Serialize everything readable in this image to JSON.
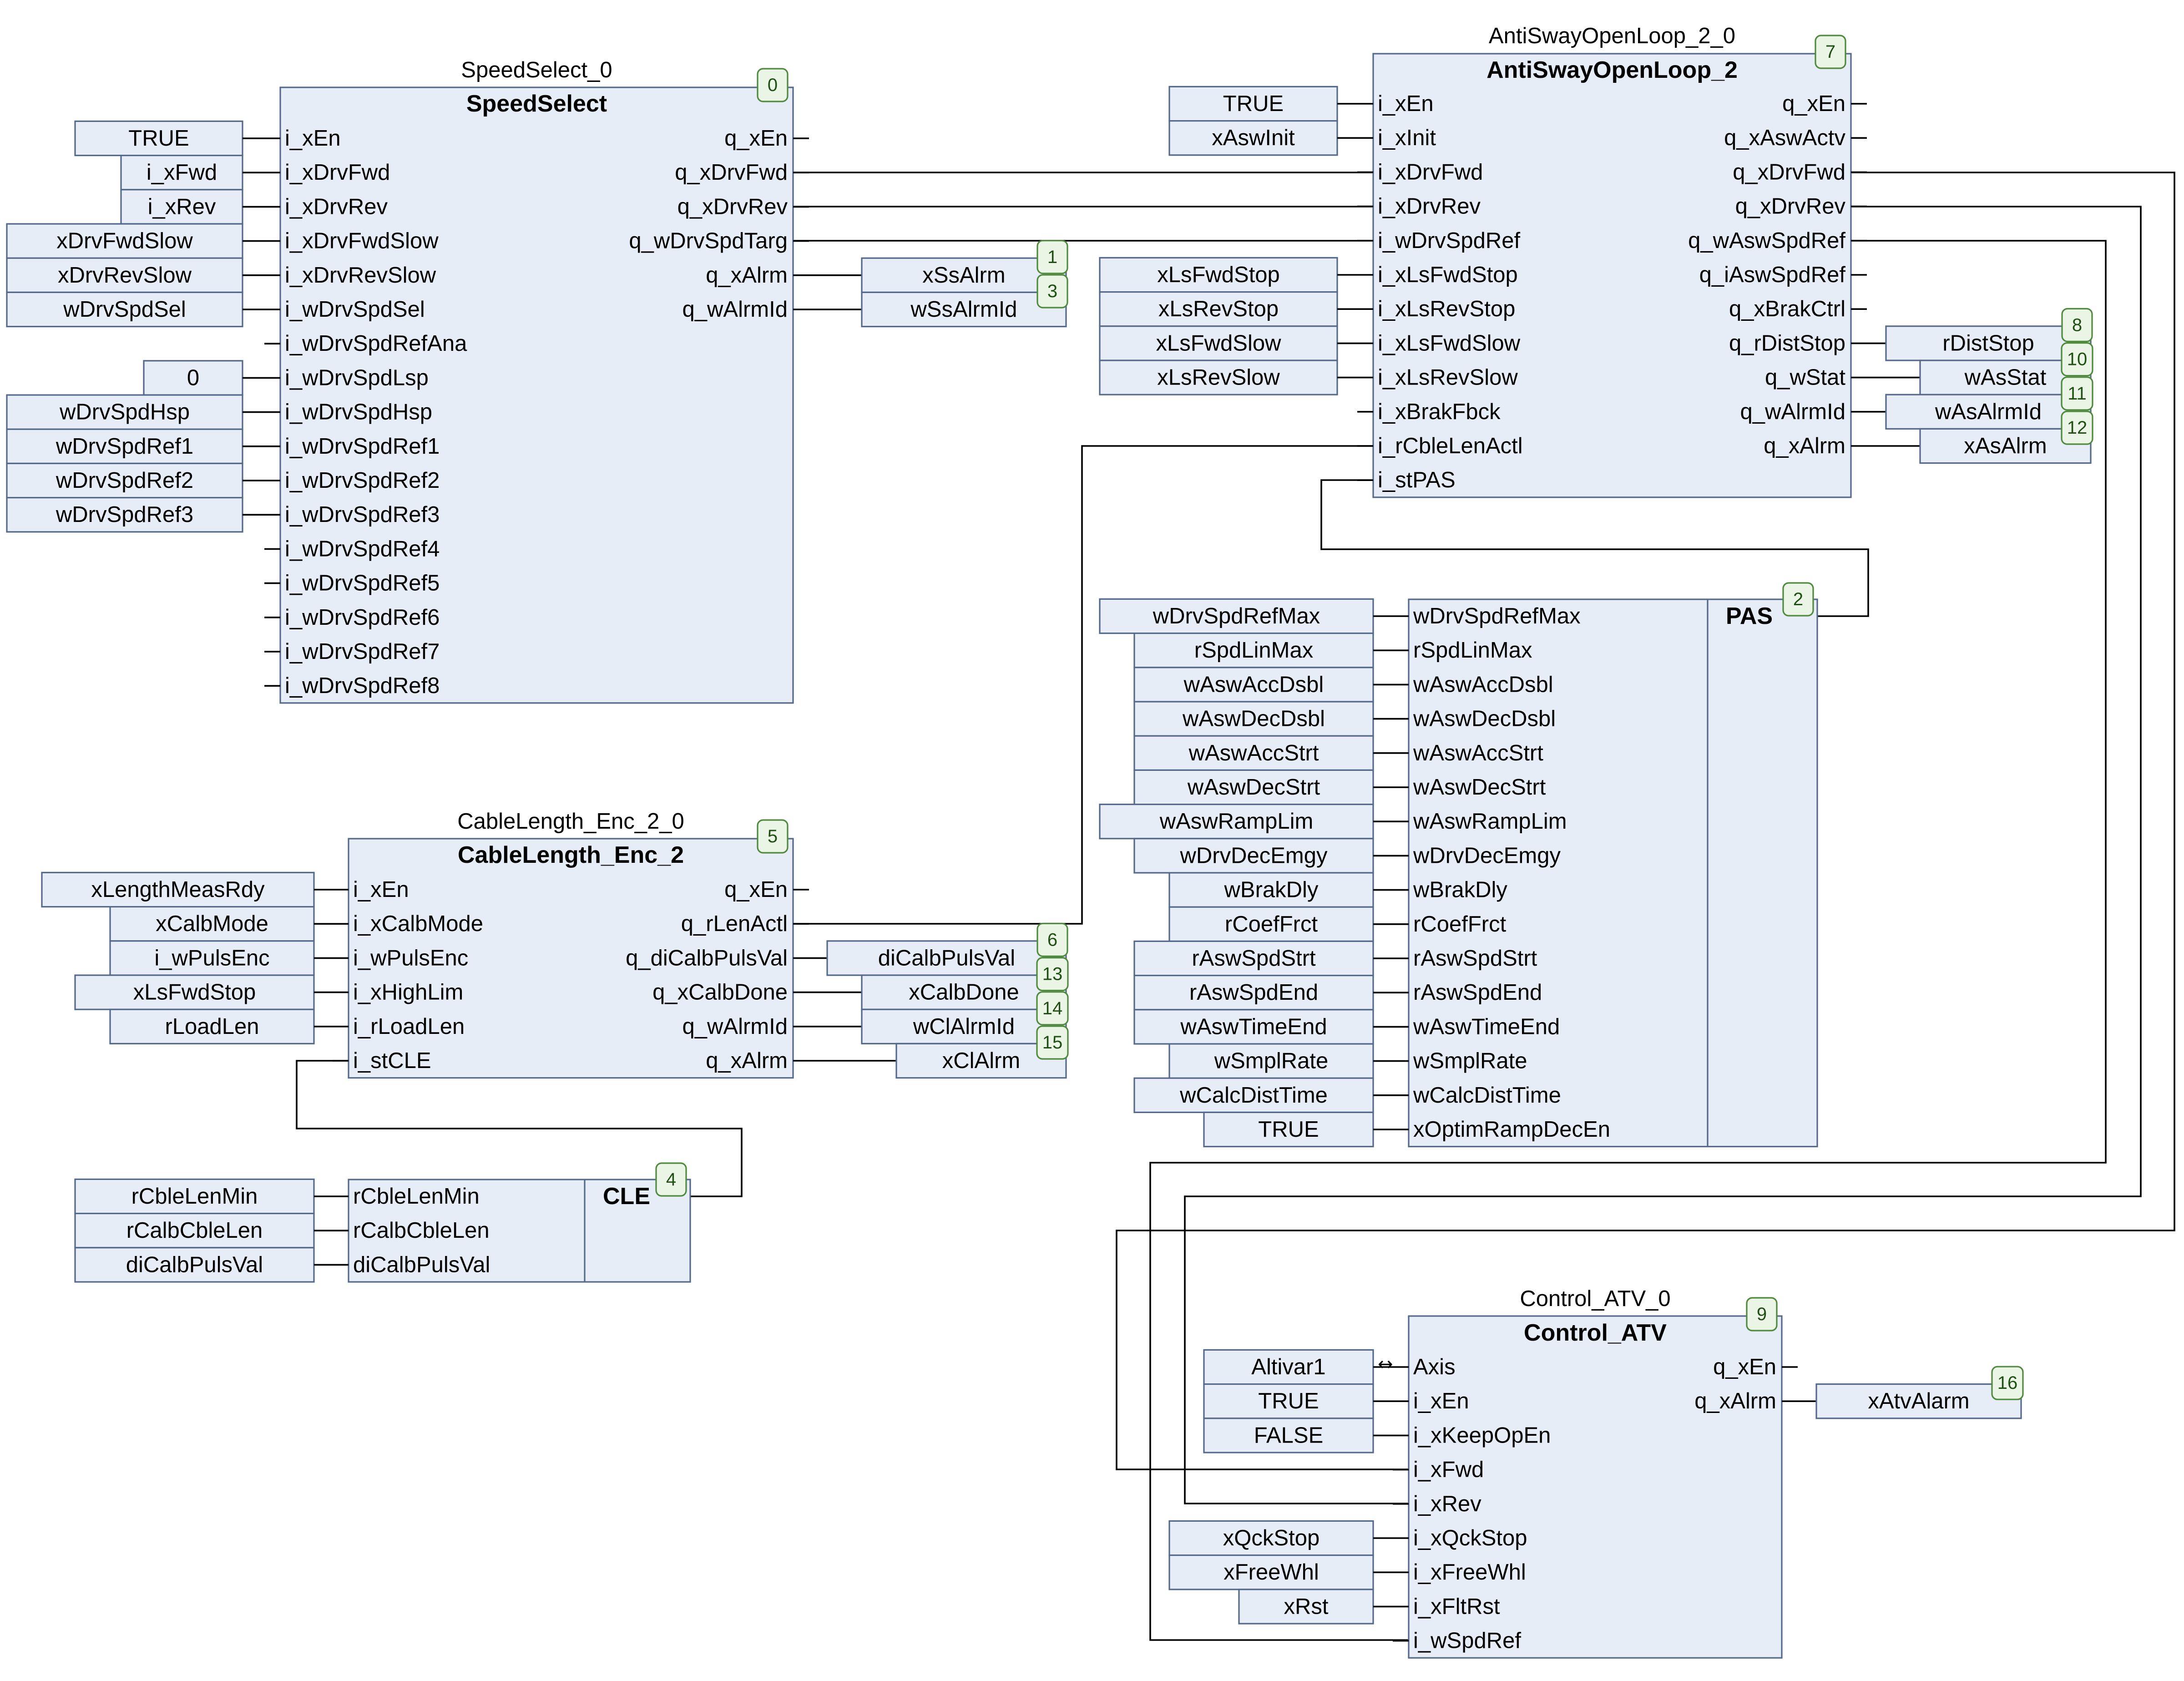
{
  "blocks": [
    {
      "key": "ss",
      "instance": "SpeedSelect_0",
      "type": "SpeedSelect",
      "order": "0",
      "inputs": [
        "i_xEn",
        "i_xDrvFwd",
        "i_xDrvRev",
        "i_xDrvFwdSlow",
        "i_xDrvRevSlow",
        "i_wDrvSpdSel",
        "i_wDrvSpdRefAna",
        "i_wDrvSpdLsp",
        "i_wDrvSpdHsp",
        "i_wDrvSpdRef1",
        "i_wDrvSpdRef2",
        "i_wDrvSpdRef3",
        "i_wDrvSpdRef4",
        "i_wDrvSpdRef5",
        "i_wDrvSpdRef6",
        "i_wDrvSpdRef7",
        "i_wDrvSpdRef8"
      ],
      "outputs": [
        "q_xEn",
        "q_xDrvFwd",
        "q_xDrvRev",
        "q_wDrvSpdTarg",
        "q_xAlrm",
        "q_wAlrmId"
      ]
    },
    {
      "key": "as",
      "instance": "AntiSwayOpenLoop_2_0",
      "type": "AntiSwayOpenLoop_2",
      "order": "7",
      "inputs": [
        "i_xEn",
        "i_xInit",
        "i_xDrvFwd",
        "i_xDrvRev",
        "i_wDrvSpdRef",
        "i_xLsFwdStop",
        "i_xLsRevStop",
        "i_xLsFwdSlow",
        "i_xLsRevSlow",
        "i_xBrakFbck",
        "i_rCbleLenActl",
        "i_stPAS"
      ],
      "outputs": [
        "q_xEn",
        "q_xAswActv",
        "q_xDrvFwd",
        "q_xDrvRev",
        "q_wAswSpdRef",
        "q_iAswSpdRef",
        "q_xBrakCtrl",
        "q_rDistStop",
        "q_wStat",
        "q_wAlrmId",
        "q_xAlrm"
      ]
    },
    {
      "key": "pas",
      "instance": "",
      "type": "PAS",
      "order": "2",
      "inputs": [
        "wDrvSpdRefMax",
        "rSpdLinMax",
        "wAswAccDsbl",
        "wAswDecDsbl",
        "wAswAccStrt",
        "wAswDecStrt",
        "wAswRampLim",
        "wDrvDecEmgy",
        "wBrakDly",
        "rCoefFrct",
        "rAswSpdStrt",
        "rAswSpdEnd",
        "wAswTimeEnd",
        "wSmplRate",
        "wCalcDistTime",
        "xOptimRampDecEn"
      ],
      "outputs": []
    },
    {
      "key": "cl",
      "instance": "CableLength_Enc_2_0",
      "type": "CableLength_Enc_2",
      "order": "5",
      "inputs": [
        "i_xEn",
        "i_xCalbMode",
        "i_wPulsEnc",
        "i_xHighLim",
        "i_rLoadLen",
        "i_stCLE"
      ],
      "outputs": [
        "q_xEn",
        "q_rLenActl",
        "q_diCalbPulsVal",
        "q_xCalbDone",
        "q_wAlrmId",
        "q_xAlrm"
      ]
    },
    {
      "key": "cle",
      "instance": "",
      "type": "CLE",
      "order": "4",
      "inputs": [
        "rCbleLenMin",
        "rCalbCbleLen",
        "diCalbPulsVal"
      ],
      "outputs": []
    },
    {
      "key": "atv",
      "instance": "Control_ATV_0",
      "type": "Control_ATV",
      "order": "9",
      "inputs": [
        "Axis",
        "i_xEn",
        "i_xKeepOpEn",
        "i_xFwd",
        "i_xRev",
        "i_xQckStop",
        "i_xFreeWhl",
        "i_xFltRst",
        "i_wSpdRef"
      ],
      "outputs": [
        "q_xEn",
        "q_xAlrm"
      ]
    }
  ],
  "input_vars": [
    {
      "block": "ss",
      "pin": 0,
      "text": "TRUE"
    },
    {
      "block": "ss",
      "pin": 1,
      "text": "i_xFwd"
    },
    {
      "block": "ss",
      "pin": 2,
      "text": "i_xRev"
    },
    {
      "block": "ss",
      "pin": 3,
      "text": "xDrvFwdSlow"
    },
    {
      "block": "ss",
      "pin": 4,
      "text": "xDrvRevSlow"
    },
    {
      "block": "ss",
      "pin": 5,
      "text": "wDrvSpdSel"
    },
    {
      "block": "ss",
      "pin": 7,
      "text": "0"
    },
    {
      "block": "ss",
      "pin": 8,
      "text": "wDrvSpdHsp"
    },
    {
      "block": "ss",
      "pin": 9,
      "text": "wDrvSpdRef1"
    },
    {
      "block": "ss",
      "pin": 10,
      "text": "wDrvSpdRef2"
    },
    {
      "block": "ss",
      "pin": 11,
      "text": "wDrvSpdRef3"
    },
    {
      "block": "as",
      "pin": 0,
      "text": "TRUE"
    },
    {
      "block": "as",
      "pin": 1,
      "text": "xAswInit"
    },
    {
      "block": "as",
      "pin": 5,
      "text": "xLsFwdStop"
    },
    {
      "block": "as",
      "pin": 6,
      "text": "xLsRevStop"
    },
    {
      "block": "as",
      "pin": 7,
      "text": "xLsFwdSlow"
    },
    {
      "block": "as",
      "pin": 8,
      "text": "xLsRevSlow"
    },
    {
      "block": "pas",
      "pin": 0,
      "text": "wDrvSpdRefMax"
    },
    {
      "block": "pas",
      "pin": 1,
      "text": "rSpdLinMax"
    },
    {
      "block": "pas",
      "pin": 2,
      "text": "wAswAccDsbl"
    },
    {
      "block": "pas",
      "pin": 3,
      "text": "wAswDecDsbl"
    },
    {
      "block": "pas",
      "pin": 4,
      "text": "wAswAccStrt"
    },
    {
      "block": "pas",
      "pin": 5,
      "text": "wAswDecStrt"
    },
    {
      "block": "pas",
      "pin": 6,
      "text": "wAswRampLim"
    },
    {
      "block": "pas",
      "pin": 7,
      "text": "wDrvDecEmgy"
    },
    {
      "block": "pas",
      "pin": 8,
      "text": "wBrakDly"
    },
    {
      "block": "pas",
      "pin": 9,
      "text": "rCoefFrct"
    },
    {
      "block": "pas",
      "pin": 10,
      "text": "rAswSpdStrt"
    },
    {
      "block": "pas",
      "pin": 11,
      "text": "rAswSpdEnd"
    },
    {
      "block": "pas",
      "pin": 12,
      "text": "wAswTimeEnd"
    },
    {
      "block": "pas",
      "pin": 13,
      "text": "wSmplRate"
    },
    {
      "block": "pas",
      "pin": 14,
      "text": "wCalcDistTime"
    },
    {
      "block": "pas",
      "pin": 15,
      "text": "TRUE"
    },
    {
      "block": "cl",
      "pin": 0,
      "text": "xLengthMeasRdy"
    },
    {
      "block": "cl",
      "pin": 1,
      "text": "xCalbMode"
    },
    {
      "block": "cl",
      "pin": 2,
      "text": "i_wPulsEnc"
    },
    {
      "block": "cl",
      "pin": 3,
      "text": "xLsFwdStop"
    },
    {
      "block": "cl",
      "pin": 4,
      "text": "rLoadLen"
    },
    {
      "block": "cle",
      "pin": 0,
      "text": "rCbleLenMin"
    },
    {
      "block": "cle",
      "pin": 1,
      "text": "rCalbCbleLen"
    },
    {
      "block": "cle",
      "pin": 2,
      "text": "diCalbPulsVal"
    },
    {
      "block": "atv",
      "pin": 0,
      "text": "Altivar1"
    },
    {
      "block": "atv",
      "pin": 1,
      "text": "TRUE"
    },
    {
      "block": "atv",
      "pin": 2,
      "text": "FALSE"
    },
    {
      "block": "atv",
      "pin": 5,
      "text": "xQckStop"
    },
    {
      "block": "atv",
      "pin": 6,
      "text": "xFreeWhl"
    },
    {
      "block": "atv",
      "pin": 7,
      "text": "xRst"
    }
  ],
  "output_vars": [
    {
      "block": "ss",
      "pin": 4,
      "text": "xSsAlrm",
      "order": "1"
    },
    {
      "block": "ss",
      "pin": 5,
      "text": "wSsAlrmId",
      "order": "3"
    },
    {
      "block": "as",
      "pin": 7,
      "text": "rDistStop",
      "order": "8"
    },
    {
      "block": "as",
      "pin": 8,
      "text": "wAsStat",
      "order": "10"
    },
    {
      "block": "as",
      "pin": 9,
      "text": "wAsAlrmId",
      "order": "11"
    },
    {
      "block": "as",
      "pin": 10,
      "text": "xAsAlrm",
      "order": "12"
    },
    {
      "block": "cl",
      "pin": 2,
      "text": "diCalbPulsVal",
      "order": "6"
    },
    {
      "block": "cl",
      "pin": 3,
      "text": "xCalbDone",
      "order": "13"
    },
    {
      "block": "cl",
      "pin": 4,
      "text": "wClAlrmId",
      "order": "14"
    },
    {
      "block": "cl",
      "pin": 5,
      "text": "xClAlrm",
      "order": "15"
    },
    {
      "block": "atv",
      "pin": 1,
      "text": "xAtvAlarm",
      "order": "16"
    }
  ],
  "connections": [
    {
      "from": "SpeedSelect_0.q_xDrvFwd",
      "to": "AntiSwayOpenLoop_2_0.i_xDrvFwd"
    },
    {
      "from": "SpeedSelect_0.q_xDrvRev",
      "to": "AntiSwayOpenLoop_2_0.i_xDrvRev"
    },
    {
      "from": "SpeedSelect_0.q_wDrvSpdTarg",
      "to": "AntiSwayOpenLoop_2_0.i_wDrvSpdRef"
    },
    {
      "from": "CableLength_Enc_2_0.q_rLenActl",
      "to": "AntiSwayOpenLoop_2_0.i_rCbleLenActl"
    },
    {
      "from": "PAS",
      "to": "AntiSwayOpenLoop_2_0.i_stPAS"
    },
    {
      "from": "CLE",
      "to": "CableLength_Enc_2_0.i_stCLE"
    },
    {
      "from": "AntiSwayOpenLoop_2_0.q_xDrvFwd",
      "to": "Control_ATV_0.i_xFwd"
    },
    {
      "from": "AntiSwayOpenLoop_2_0.q_xDrvRev",
      "to": "Control_ATV_0.i_xRev"
    },
    {
      "from": "AntiSwayOpenLoop_2_0.q_wAswSpdRef",
      "to": "Control_ATV_0.i_wSpdRef"
    }
  ],
  "axis_marker": "↔"
}
